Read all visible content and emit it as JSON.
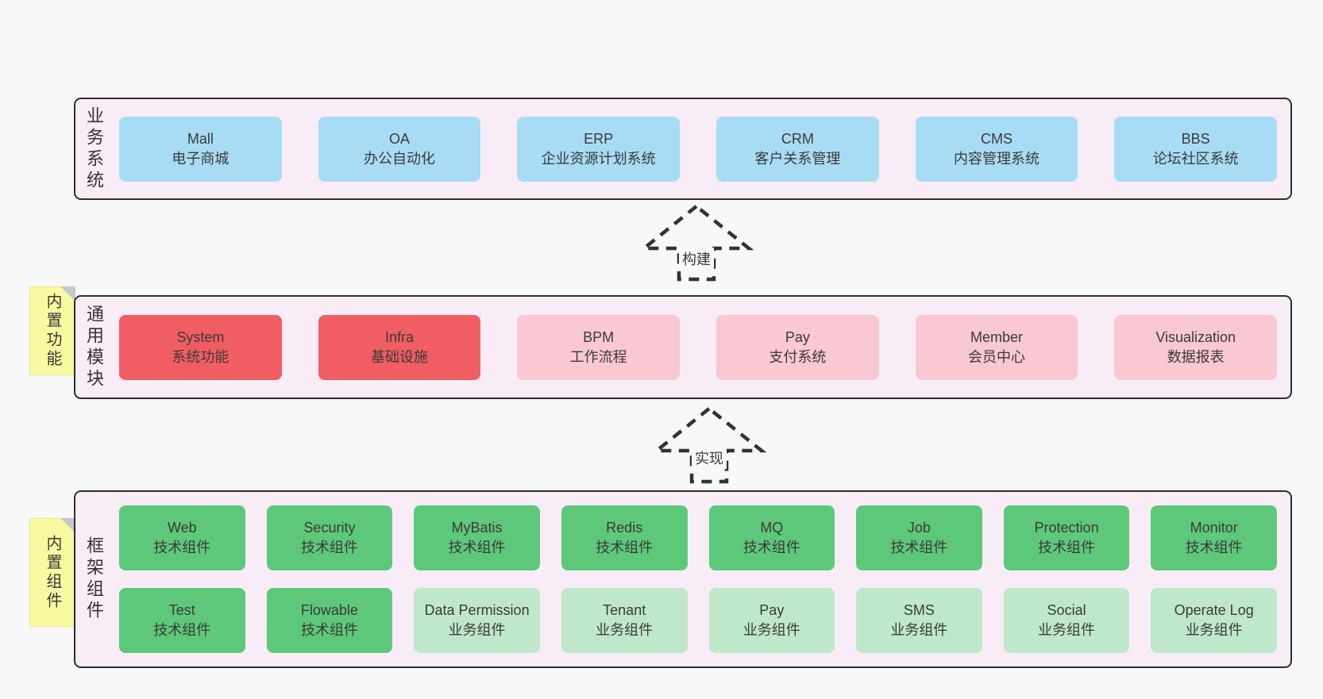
{
  "colors": {
    "page_bg": "#f8f8f8",
    "panel_bg": "#f8edf6",
    "panel_border": "#2e2e2e",
    "box_blue": "#a8dcf4",
    "box_red": "#f05e63",
    "box_pink": "#f9c8d2",
    "box_green": "#5ec87a",
    "box_light_green": "#bfe8ca",
    "tab_yellow": "#f9f9a2",
    "fold_gray": "#c8c8c8"
  },
  "bands": {
    "business": {
      "label": "业务系统",
      "boxes": [
        {
          "name": "Mall",
          "desc": "电子商城"
        },
        {
          "name": "OA",
          "desc": "办公自动化"
        },
        {
          "name": "ERP",
          "desc": "企业资源计划系统"
        },
        {
          "name": "CRM",
          "desc": "客户关系管理"
        },
        {
          "name": "CMS",
          "desc": "内容管理系统"
        },
        {
          "name": "BBS",
          "desc": "论坛社区系统"
        }
      ]
    },
    "modules": {
      "label": "通用模块",
      "tab": "内置功能",
      "boxes": [
        {
          "name": "System",
          "desc": "系统功能"
        },
        {
          "name": "Infra",
          "desc": "基础设施"
        },
        {
          "name": "BPM",
          "desc": "工作流程"
        },
        {
          "name": "Pay",
          "desc": "支付系统"
        },
        {
          "name": "Member",
          "desc": "会员中心"
        },
        {
          "name": "Visualization",
          "desc": "数据报表"
        }
      ]
    },
    "components": {
      "label": "框架组件",
      "tab": "内置组件",
      "rows": [
        [
          {
            "name": "Web",
            "desc": "技术组件"
          },
          {
            "name": "Security",
            "desc": "技术组件"
          },
          {
            "name": "MyBatis",
            "desc": "技术组件"
          },
          {
            "name": "Redis",
            "desc": "技术组件"
          },
          {
            "name": "MQ",
            "desc": "技术组件"
          },
          {
            "name": "Job",
            "desc": "技术组件"
          },
          {
            "name": "Protection",
            "desc": "技术组件"
          },
          {
            "name": "Monitor",
            "desc": "技术组件"
          }
        ],
        [
          {
            "name": "Test",
            "desc": "技术组件"
          },
          {
            "name": "Flowable",
            "desc": "技术组件"
          },
          {
            "name": "Data Permission",
            "desc": "业务组件"
          },
          {
            "name": "Tenant",
            "desc": "业务组件"
          },
          {
            "name": "Pay",
            "desc": "业务组件"
          },
          {
            "name": "SMS",
            "desc": "业务组件"
          },
          {
            "name": "Social",
            "desc": "业务组件"
          },
          {
            "name": "Operate Log",
            "desc": "业务组件"
          }
        ]
      ]
    }
  },
  "arrows": {
    "build": "构建",
    "implement": "实现"
  }
}
